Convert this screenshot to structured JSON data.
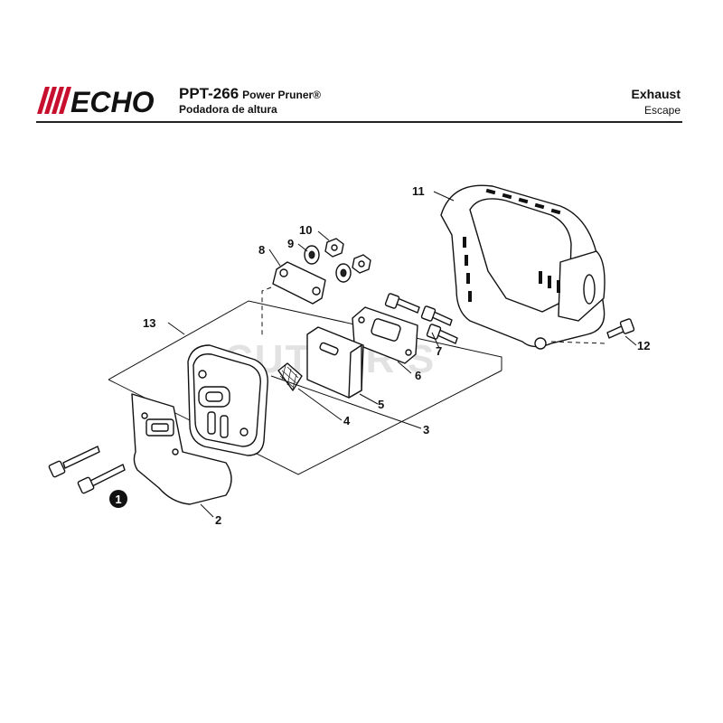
{
  "header": {
    "brand": "ECHO",
    "model": "PPT-266",
    "model_desc": "Power Pruner®",
    "model_desc_es": "Podadora de altura",
    "section": "Exhaust",
    "section_es": "Escape"
  },
  "watermark": "CUTLER'S",
  "callouts": {
    "c1": "1",
    "c2": "2",
    "c3": "3",
    "c4": "4",
    "c5": "5",
    "c6": "6",
    "c7": "7",
    "c8": "8",
    "c9": "9",
    "c10": "10",
    "c11": "11",
    "c12": "12",
    "c13": "13"
  },
  "colors": {
    "ink": "#111111",
    "brand_red": "#c8102e",
    "background": "#ffffff"
  }
}
